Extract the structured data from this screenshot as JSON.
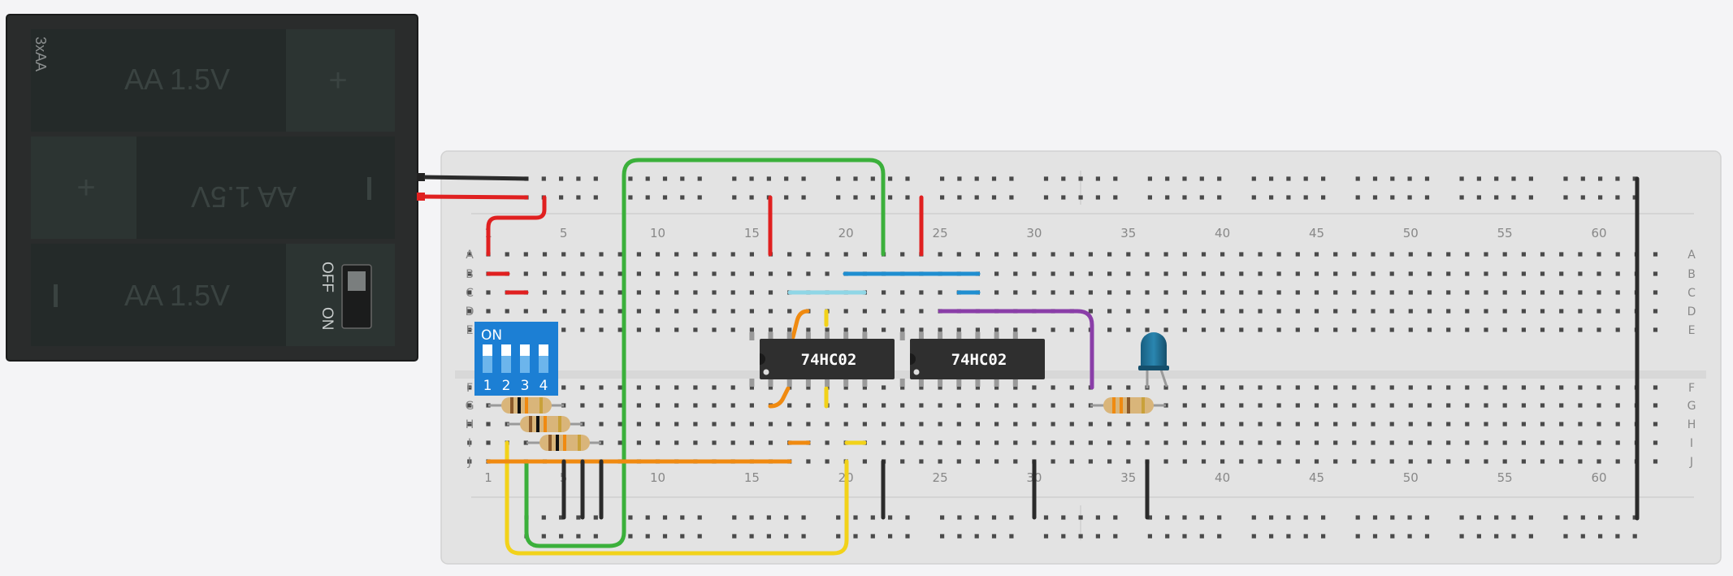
{
  "battery": {
    "type_label": "3xAA",
    "cell_label": "AA 1.5V",
    "plus": "+",
    "minus": "–",
    "switch_off": "OFF",
    "switch_on": "ON"
  },
  "dip_switch": {
    "on_label": "ON",
    "numbers": [
      "1",
      "2",
      "3",
      "4"
    ]
  },
  "chips": [
    {
      "label": "74HC02"
    },
    {
      "label": "74HC02"
    }
  ],
  "breadboard": {
    "row_letters": [
      "A",
      "B",
      "C",
      "D",
      "E",
      "F",
      "G",
      "H",
      "I",
      "J"
    ],
    "column_numbers": [
      "1",
      "5",
      "10",
      "15",
      "20",
      "25",
      "30",
      "35",
      "40",
      "45",
      "50",
      "55",
      "60"
    ]
  },
  "colors": {
    "wire_red": "#e02020",
    "wire_black": "#2b2b2b",
    "wire_green": "#3bb03b",
    "wire_yellow": "#f2d21a",
    "wire_orange": "#f08a10",
    "wire_blue": "#1f8ed0",
    "wire_light_blue": "#8fd6e6",
    "wire_purple": "#8a3ea8",
    "dip_blue": "#1c7fd4",
    "led_blue": "#1e6f96"
  }
}
